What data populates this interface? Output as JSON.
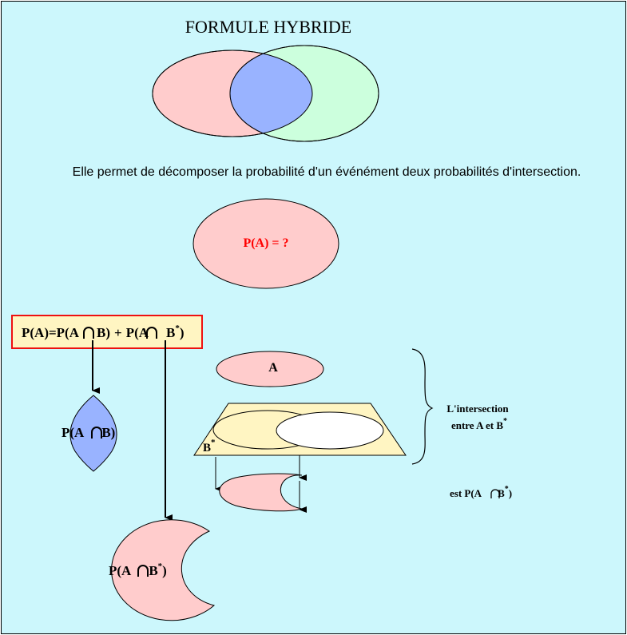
{
  "title": "FORMULE HYBRIDE",
  "description": "Elle permet de  décomposer la probabilité d'un événément deux probabilités d'intersection.",
  "pa_question": "P(A) = ?",
  "formula": {
    "lhs": "P(A)=",
    "term1_left": "P(A",
    "term1_right": "B)",
    "plus": "+",
    "term2_left": "P(A",
    "term2_right": "B",
    "sup": "*",
    "close": ")"
  },
  "lens_label": {
    "left": "P(A",
    "right": "B)"
  },
  "crescent_label": {
    "left": "P(A",
    "right": "B",
    "sup": "*",
    "close": ")"
  },
  "ellipse_a_label": "A",
  "bstar_label": {
    "base": "B",
    "sup": "*"
  },
  "intersection_note": {
    "line1": "L'intersection",
    "line2": "entre A et B",
    "sup": "*"
  },
  "result_note": {
    "left": "est P(A",
    "right": "B",
    "sup": "*",
    "close": ")"
  },
  "colors": {
    "background": "#ccf7fc",
    "pink": "#ffcccc",
    "green": "#ccffdd",
    "blue": "#99b3ff",
    "yellow": "#fff5c2",
    "red": "#ff0000",
    "formula_border": "#ee1111"
  },
  "icons": [
    "intersection-symbol-icon",
    "down-arrow-icon",
    "curly-brace-icon"
  ]
}
